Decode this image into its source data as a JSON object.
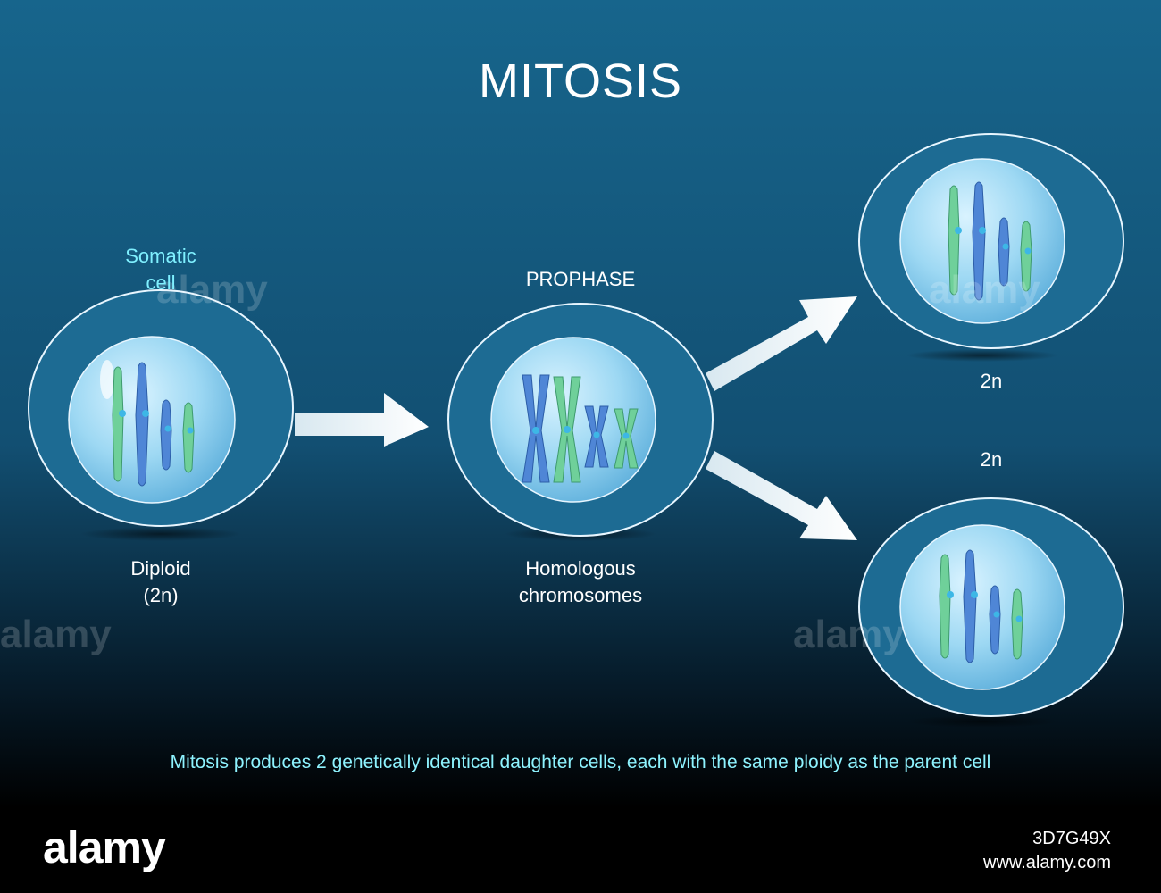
{
  "title": "MITOSIS",
  "labels": {
    "somatic_cell": "Somatic\ncell",
    "diploid": "Diploid\n(2n)",
    "prophase": "PROPHASE",
    "homologous": "Homologous\nchromosomes",
    "daughter_top": "2n",
    "daughter_bottom": "2n"
  },
  "caption": "Mitosis produces 2 genetically identical daughter cells, each with the same ploidy as the parent cell",
  "watermark": {
    "brand": "alamy",
    "image_id": "3D7G49X",
    "site": "www.alamy.com"
  },
  "colors": {
    "bg_top": "#16638a",
    "bg_bottom": "#000000",
    "cell_fill": "#1c6a92",
    "nucleus": "#8fd0ee",
    "chrom_green": "#6fd09a",
    "chrom_blue": "#4f86d6",
    "centromere": "#3db7e6",
    "caption": "#8ef3ff"
  }
}
